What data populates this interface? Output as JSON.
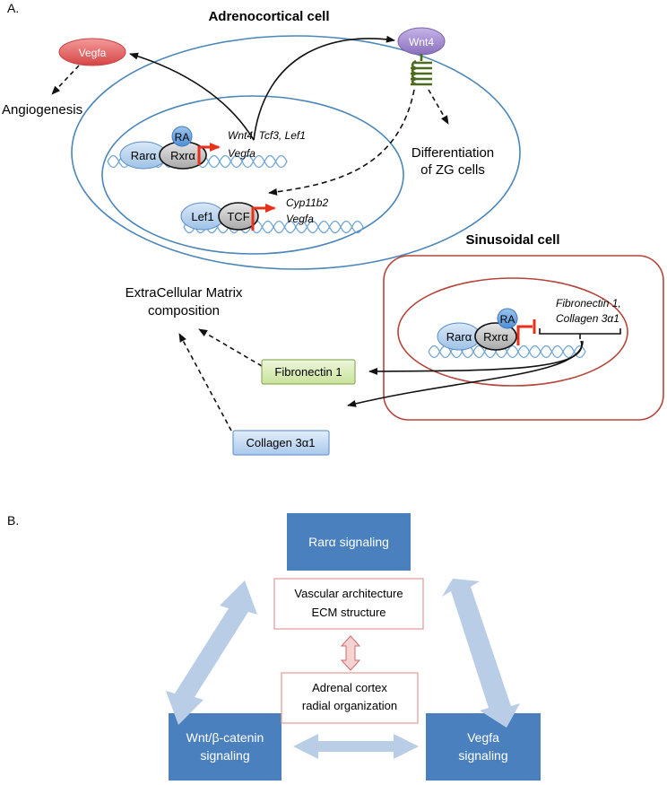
{
  "panel_a": {
    "label": "A.",
    "adrenocortical_title": "Adrenocortical cell",
    "vegfa_protein": "Vegfa",
    "angiogenesis": "Angiogenesis",
    "wnt4_protein": "Wnt4",
    "differentiation_line1": "Differentiation",
    "differentiation_line2": "of ZG cells",
    "rar_alpha": "Rarα",
    "rxr_alpha": "Rxrα",
    "ra": "RA",
    "targets_line1": "Wnt4, Tcf3, Lef1",
    "targets_line2": "Vegfa",
    "lef1": "Lef1",
    "tcf": "TCF",
    "tcf_targets_line1": "Cyp11b2",
    "tcf_targets_line2": "Vegfa",
    "sinusoidal_title": "Sinusoidal cell",
    "ecm_line1": "ExtraCellular Matrix",
    "ecm_line2": "composition",
    "sinus_rar_alpha": "Rarα",
    "sinus_rxr_alpha": "Rxrα",
    "sinus_ra": "RA",
    "repressed_line1": "Fibronectin 1,",
    "repressed_line2": "Collagen 3α1",
    "fibronectin_box": "Fibronectin 1",
    "collagen_box": "Collagen 3α1"
  },
  "panel_b": {
    "label": "B.",
    "rar_box": "Rarα signaling",
    "wnt_line1": "Wnt/β-catenin",
    "wnt_line2": "signaling",
    "vegfa_line1": "Vegfa",
    "vegfa_line2": "signaling",
    "center_top_line1": "Vascular architecture",
    "center_top_line2": "ECM structure",
    "center_bottom_line1": "Adrenal cortex",
    "center_bottom_line2": "radial organization"
  },
  "colors": {
    "cell_membrane": "#4a86b8",
    "sinusoid_membrane": "#b5453a",
    "signaling_box": "#4a80bd",
    "arrow_light": "#b9cde6",
    "promoter_arrow": "#e8311a",
    "vegfa_fill": "#e05f5f",
    "wnt4_fill": "#9b82c9",
    "fibronectin_fill": "#dcecba",
    "collagen_fill": "#c7dcf4"
  }
}
